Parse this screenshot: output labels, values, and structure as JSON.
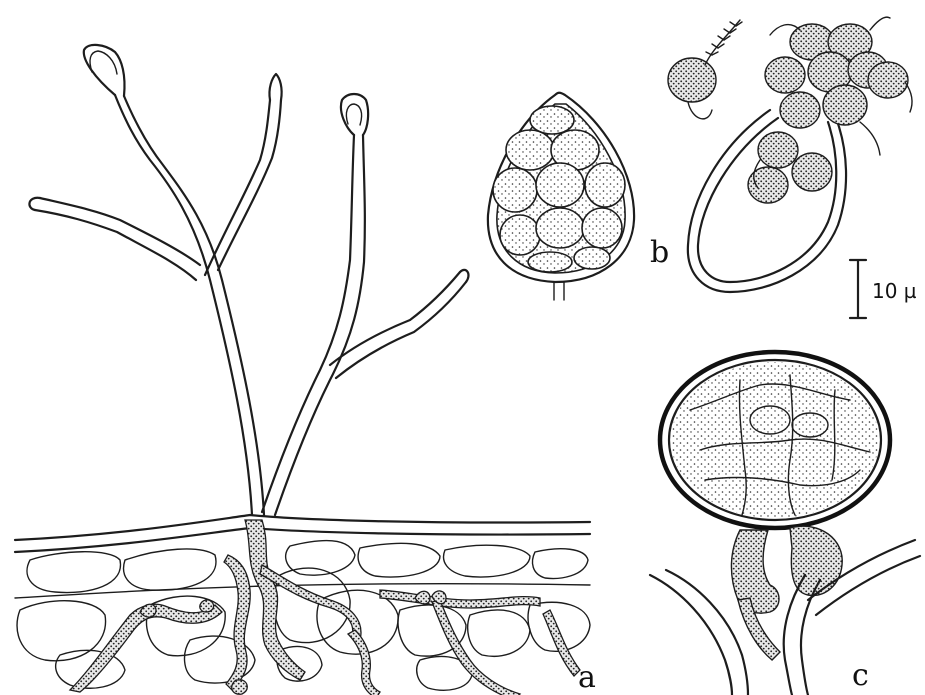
{
  "figure": {
    "labels": {
      "a": "a",
      "b": "b",
      "c": "c"
    },
    "scale_bar": {
      "text": "10 µ"
    }
  }
}
